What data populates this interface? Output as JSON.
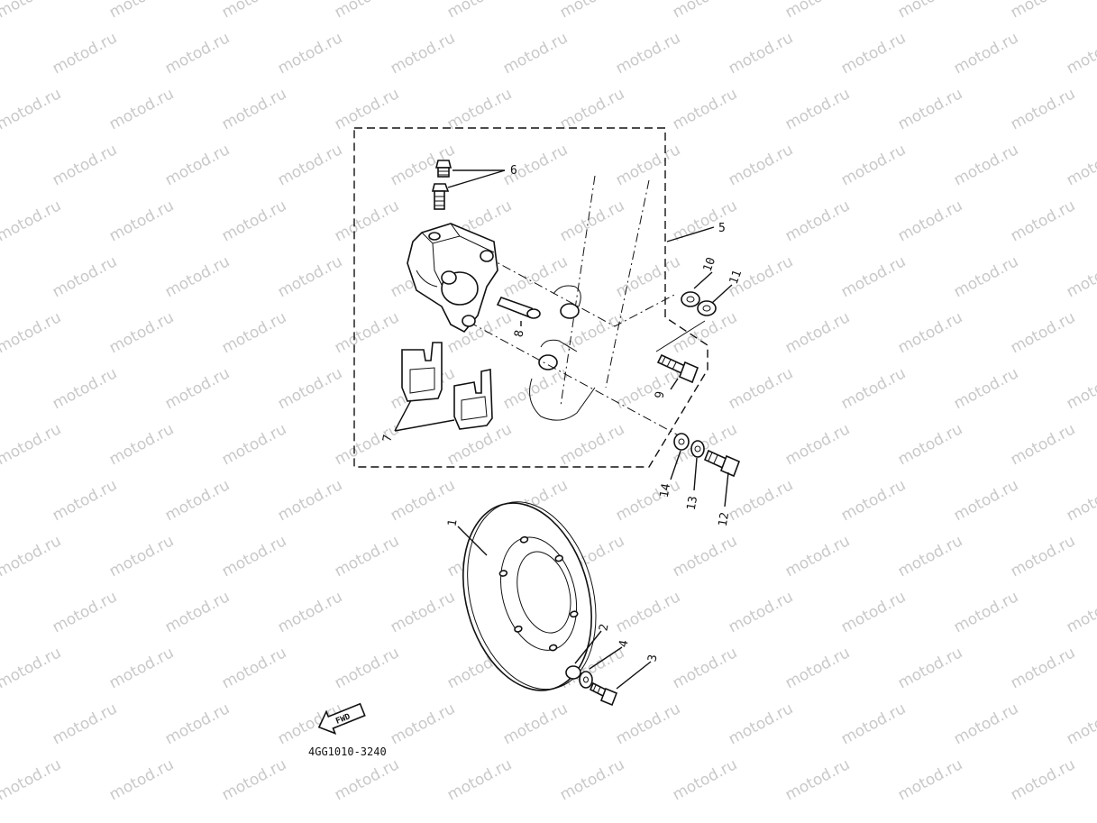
{
  "watermark": {
    "text": "motod.ru"
  },
  "diagram": {
    "code": "4GG1010-3240",
    "fwd_label": "FWD",
    "callouts": {
      "1": "1",
      "2": "2",
      "3": "3",
      "4": "4",
      "5": "5",
      "6": "6",
      "7": "7",
      "8": "8",
      "9": "9",
      "10": "10",
      "11": "11",
      "12": "12",
      "13": "13",
      "14": "14"
    }
  },
  "colors": {
    "line": "#111111",
    "watermark": "#c9c9c9",
    "background": "#ffffff"
  }
}
